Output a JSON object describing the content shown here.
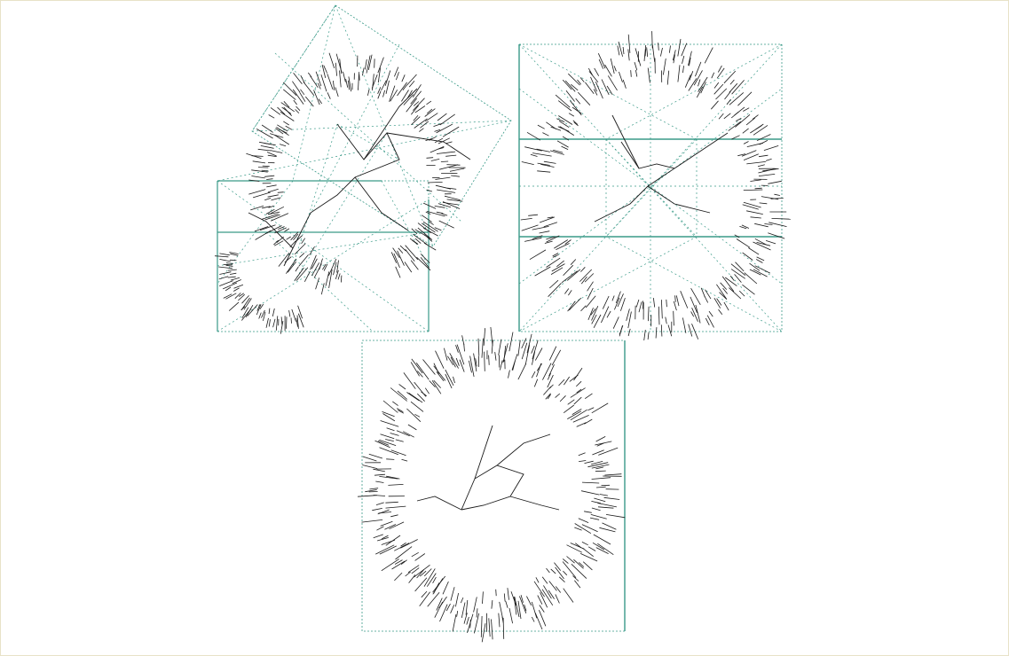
{
  "figure": {
    "panels": [
      {
        "id": "panel-top-left",
        "description_label": ""
      },
      {
        "id": "panel-top-right",
        "description_label": ""
      },
      {
        "id": "panel-bottom",
        "description_label": ""
      }
    ]
  },
  "colors": {
    "frame_border": "#e8e2c8",
    "guide_lines": "#3a9a88",
    "tree_edges": "#1a1a1a",
    "background": "#ffffff"
  }
}
